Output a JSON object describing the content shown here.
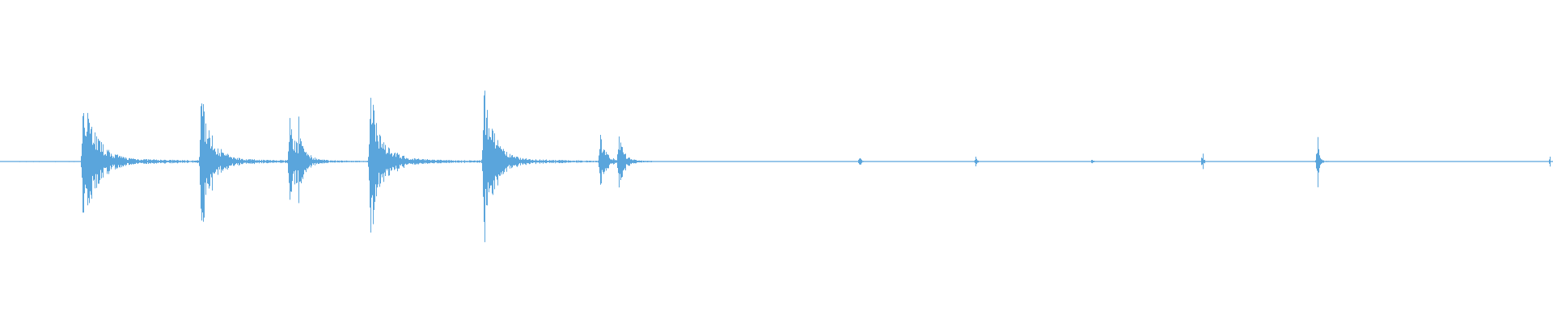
{
  "colors": {
    "background": "#ffffff",
    "waveform": "#5aa5dc"
  },
  "chart_data": {
    "type": "area",
    "title": "",
    "xlabel": "",
    "ylabel": "",
    "grid": false,
    "legend": "none",
    "ylim": [
      -1,
      1
    ],
    "xlim": [
      0,
      1
    ],
    "baseline_level": 0.004,
    "series": [
      {
        "name": "",
        "transients": [
          {
            "t": 0.053,
            "peak": 0.78,
            "decay": 0.06
          },
          {
            "t": 0.129,
            "peak": 0.64,
            "decay": 0.055
          },
          {
            "t": 0.186,
            "peak": 0.44,
            "decay": 0.04
          },
          {
            "t": 0.192,
            "peak": 0.4,
            "decay": 0.03
          },
          {
            "t": 0.238,
            "peak": 0.64,
            "decay": 0.06
          },
          {
            "t": 0.311,
            "peak": 0.76,
            "decay": 0.05
          },
          {
            "t": 0.386,
            "peak": 0.32,
            "decay": 0.025
          },
          {
            "t": 0.398,
            "peak": 0.28,
            "decay": 0.025
          },
          {
            "t": 0.553,
            "peak": 0.06,
            "decay": 0.01
          },
          {
            "t": 0.628,
            "peak": 0.06,
            "decay": 0.006
          },
          {
            "t": 0.703,
            "peak": 0.04,
            "decay": 0.006
          },
          {
            "t": 0.774,
            "peak": 0.15,
            "decay": 0.005
          },
          {
            "t": 0.848,
            "peak": 0.4,
            "decay": 0.006
          },
          {
            "t": 0.998,
            "peak": 0.2,
            "decay": 0.001
          }
        ]
      }
    ]
  }
}
